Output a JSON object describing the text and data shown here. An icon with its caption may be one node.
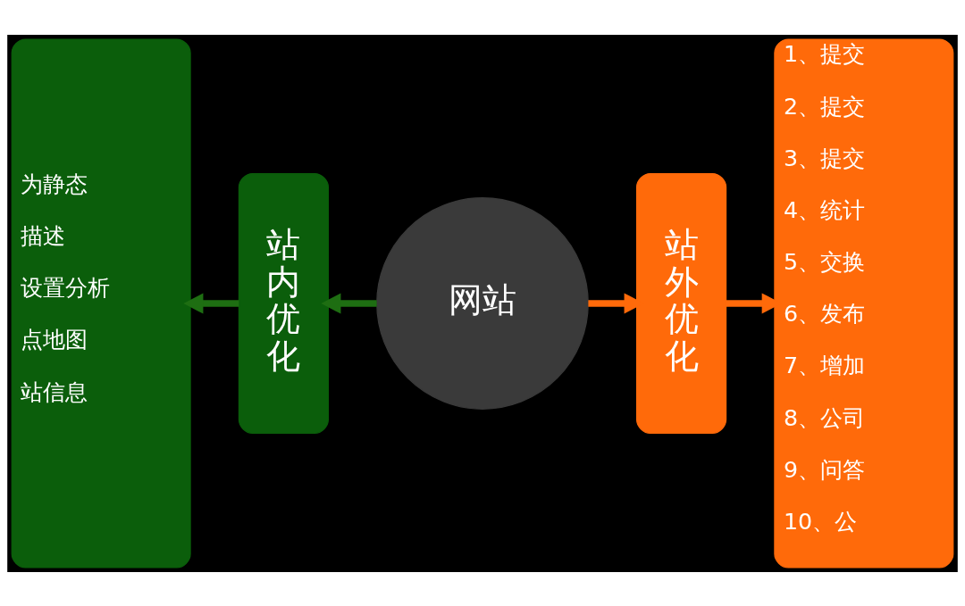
{
  "diagram": {
    "nodes": [
      {
        "text": [
          "为静态",
          "描述",
          "设置分析",
          "点地图",
          "站信息"
        ]
      },
      {
        "text": [
          "站内优化"
        ]
      },
      {
        "text": [
          "网站"
        ]
      },
      {
        "text": [
          "站外优化"
        ]
      },
      {
        "text": [
          "1、提交",
          "2、提交",
          "3、提交",
          "4、统计",
          "5、交换",
          "6、发布",
          "7、增加",
          "8、公司",
          "9、问答",
          "10、公"
        ]
      }
    ],
    "edges": [
      {
        "from": 2,
        "to": 1,
        "arrow": "to",
        "color": "#1e6e12"
      },
      {
        "from": 1,
        "to": 0,
        "arrow": "to",
        "color": "#1e6e12"
      },
      {
        "from": 2,
        "to": 3,
        "arrow": "to",
        "color": "#ff6a0a"
      },
      {
        "from": 3,
        "to": 4,
        "arrow": "to",
        "color": "#ff6a0a"
      }
    ]
  }
}
